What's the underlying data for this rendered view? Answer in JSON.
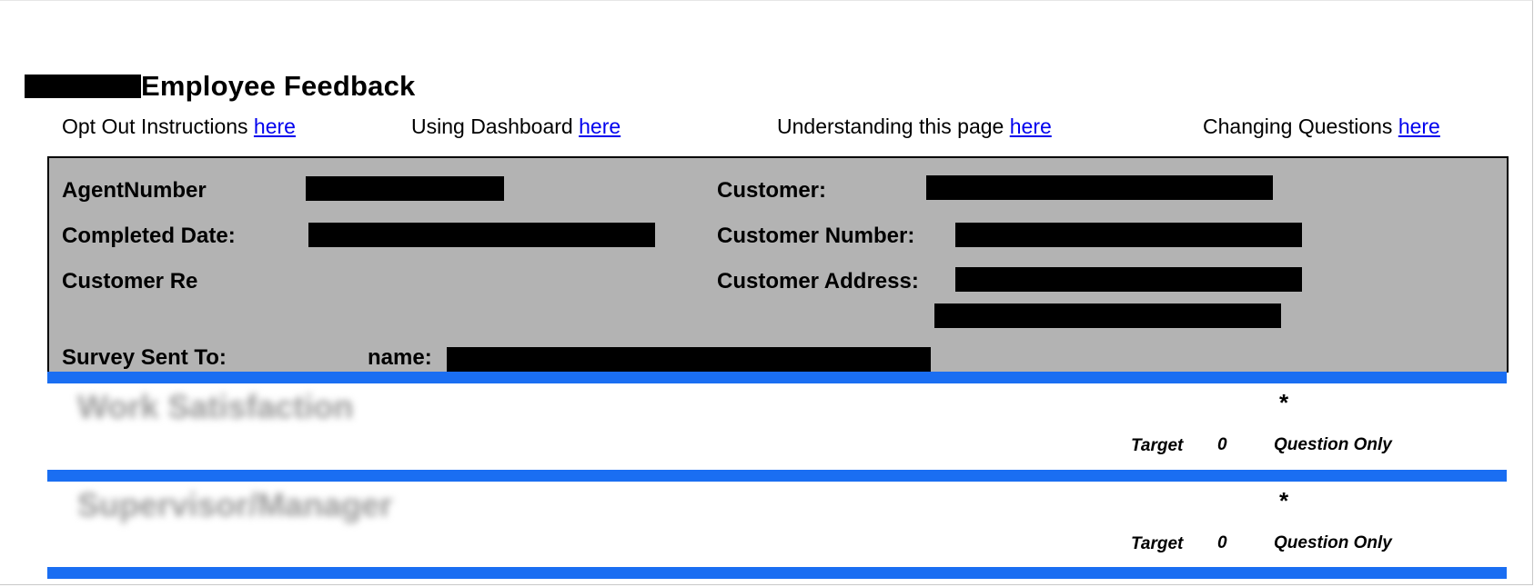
{
  "page": {
    "title": "Employee Feedback"
  },
  "help_links": [
    {
      "label": "Opt Out Instructions",
      "link": "here"
    },
    {
      "label": "Using Dashboard",
      "link": "here"
    },
    {
      "label": "Understanding this page",
      "link": "here"
    },
    {
      "label": "Changing Questions",
      "link": "here"
    }
  ],
  "info": {
    "agent_number_label": "AgentNumber",
    "completed_date_label": "Completed Date:",
    "customer_rep_label": "Customer Re",
    "survey_sent_to_label": "Survey Sent To:",
    "name_label": "name:",
    "customer_label": "Customer:",
    "customer_number_label": "Customer Number:",
    "customer_address_label": "Customer Address:"
  },
  "questions": [
    {
      "title": "Work Satisfaction",
      "star": "*",
      "target_label": "Target",
      "target_value": "0",
      "type": "Question Only"
    },
    {
      "title": "Supervisor/Manager",
      "star": "*",
      "target_label": "Target",
      "target_value": "0",
      "type": "Question Only"
    }
  ],
  "colors": {
    "info_box_bg": "#b3b3b3",
    "divider_blue": "#1a6ef2",
    "link": "#0000ee"
  }
}
